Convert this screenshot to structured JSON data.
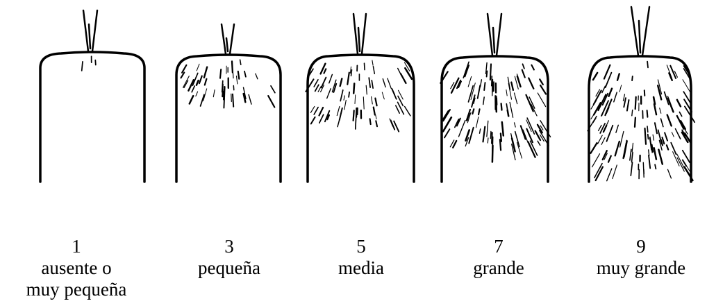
{
  "panels": [
    {
      "score": "1",
      "label_lines": [
        "ausente o",
        "muy pequeña"
      ],
      "level": 1
    },
    {
      "score": "3",
      "label_lines": [
        "pequeña"
      ],
      "level": 3
    },
    {
      "score": "5",
      "label_lines": [
        "media"
      ],
      "level": 5
    },
    {
      "score": "7",
      "label_lines": [
        "grande"
      ],
      "level": 7
    },
    {
      "score": "9",
      "label_lines": [
        "muy grande"
      ],
      "level": 9
    }
  ],
  "colors": {
    "ink": "#000000",
    "background": "#ffffff"
  }
}
